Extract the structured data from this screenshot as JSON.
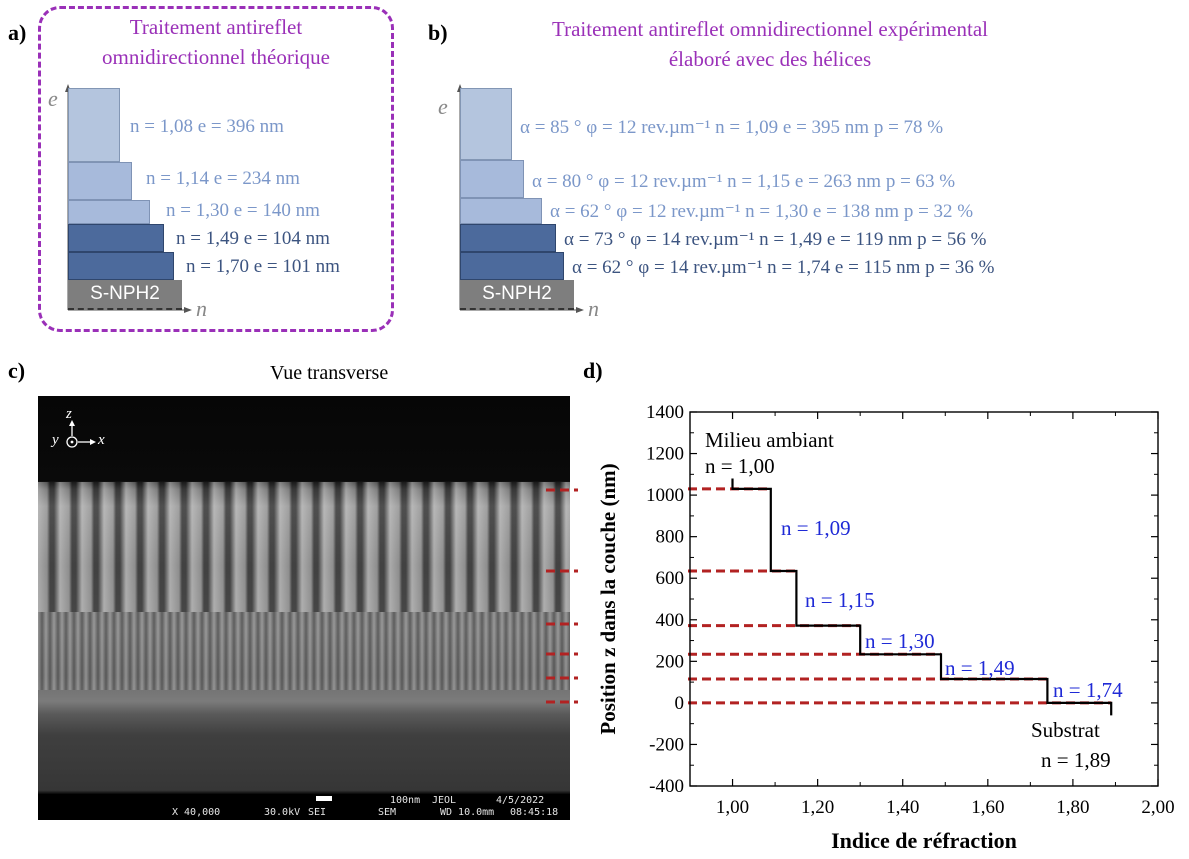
{
  "panels": {
    "a": {
      "label": "a)",
      "title_line1": "Traitement antireflet",
      "title_line2": "omnidirectionnel théorique",
      "axis_e": "e",
      "axis_n": "n",
      "substrate": "S-NPH2",
      "layers": [
        {
          "text": "n = 1,08  e = 396 nm",
          "tone": "light"
        },
        {
          "text": "n = 1,14  e = 234 nm",
          "tone": "light"
        },
        {
          "text": "n = 1,30  e = 140 nm",
          "tone": "light"
        },
        {
          "text": "n = 1,49  e = 104 nm",
          "tone": "dark"
        },
        {
          "text": "n = 1,70  e = 101 nm",
          "tone": "dark"
        }
      ]
    },
    "b": {
      "label": "b)",
      "title_line1": "Traitement antireflet omnidirectionnel expérimental",
      "title_line2": "élaboré avec des hélices",
      "axis_e": "e",
      "axis_n": "n",
      "substrate": "S-NPH2",
      "layers": [
        {
          "text": "α = 85 °  φ = 12 rev.µm⁻¹  n = 1,09  e = 395 nm  p = 78 %",
          "tone": "light"
        },
        {
          "text": "α = 80 °  φ = 12 rev.µm⁻¹  n = 1,15  e = 263 nm  p = 63 %",
          "tone": "light"
        },
        {
          "text": "α = 62 °  φ = 12 rev.µm⁻¹  n = 1,30  e = 138 nm  p = 32 %",
          "tone": "light"
        },
        {
          "text": "α = 73 °  φ = 14 rev.µm⁻¹  n = 1,49  e = 119 nm  p = 56 %",
          "tone": "dark"
        },
        {
          "text": "α = 62 °  φ = 14 rev.µm⁻¹  n = 1,74  e = 115 nm  p = 36 %",
          "tone": "dark"
        }
      ]
    },
    "c": {
      "label": "c)",
      "title": "Vue transverse",
      "axis_z": "z",
      "axis_y": "y",
      "axis_x": "x",
      "sem_magnification": "X 40,000",
      "sem_voltage": "30.0kV",
      "sem_detector": "SEI",
      "sem_mode": "SEM",
      "sem_scale": "100nm",
      "sem_brand": "JEOL",
      "sem_date": "4/5/2022",
      "sem_wd": "WD 10.0mm",
      "sem_time": "08:45:18"
    },
    "d": {
      "label": "d)",
      "annotations": {
        "ambient_title": "Milieu ambiant",
        "ambient_n": "n = 1,00",
        "substrate_title": "Substrat",
        "substrate_n": "n = 1,89",
        "layer_labels": [
          "n = 1,09",
          "n = 1,15",
          "n = 1,30",
          "n = 1,49",
          "n = 1,74"
        ]
      }
    }
  },
  "colors": {
    "purple": "#9a30b8",
    "light_layer": "#b4c5de",
    "dark_layer": "#4c6a9c",
    "dashed_red": "#b22222",
    "annotation_blue": "#1f2ad6"
  },
  "chart_data": {
    "type": "line",
    "xlabel": "Indice de réfraction",
    "ylabel": "Position z dans la couche (nm)",
    "xlim": [
      0.9,
      2.0
    ],
    "ylim": [
      -400,
      1400
    ],
    "xticks": [
      1.0,
      1.2,
      1.4,
      1.6,
      1.8,
      2.0
    ],
    "xtick_labels": [
      "1,00",
      "1,20",
      "1,40",
      "1,60",
      "1,80",
      "2,00"
    ],
    "yticks": [
      -400,
      -200,
      0,
      200,
      400,
      600,
      800,
      1000,
      1200,
      1400
    ],
    "ytick_labels": [
      "-400",
      "-200",
      "0",
      "200",
      "400",
      "600",
      "800",
      "1000",
      "1200",
      "1400"
    ],
    "series": [
      {
        "x": [
          1.0,
          1.0,
          1.09,
          1.09,
          1.15,
          1.15,
          1.3,
          1.3,
          1.49,
          1.49,
          1.74,
          1.74,
          1.89,
          1.89
        ],
        "y": [
          1080,
          1030,
          1030,
          635,
          635,
          372,
          372,
          234,
          234,
          115,
          115,
          0,
          0,
          -60
        ]
      }
    ],
    "boundaries_z": [
      1030,
      635,
      372,
      234,
      115,
      0
    ],
    "grid": false
  }
}
